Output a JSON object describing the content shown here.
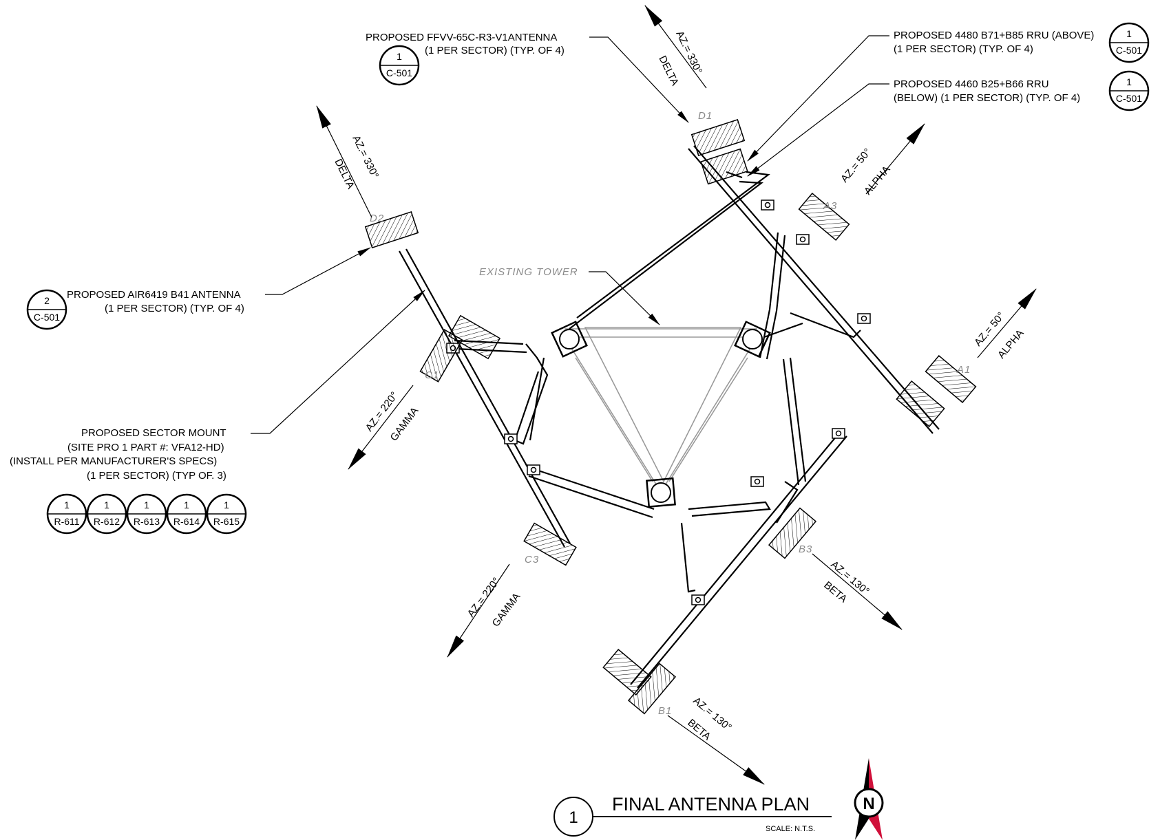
{
  "callouts": {
    "ffvv": {
      "line1": "PROPOSED FFVV-65C-R3-V1ANTENNA",
      "line2": "(1 PER SECTOR) (TYP. OF 4)",
      "ref_top": "1",
      "ref_bottom": "C-501"
    },
    "rru4480": {
      "line1": "PROPOSED 4480 B71+B85 RRU (ABOVE)",
      "line2": "(1 PER SECTOR) (TYP. OF 4)",
      "ref_top": "1",
      "ref_bottom": "C-501"
    },
    "rru4460": {
      "line1": "PROPOSED 4460 B25+B66 RRU",
      "line2": "(BELOW) (1 PER SECTOR) (TYP. OF 4)",
      "ref_top": "1",
      "ref_bottom": "C-501"
    },
    "air6419": {
      "line1": "PROPOSED AIR6419 B41 ANTENNA",
      "line2": "(1 PER SECTOR) (TYP. OF 4)",
      "ref_top": "2",
      "ref_bottom": "C-501"
    },
    "tower": {
      "label": "EXISTING TOWER"
    },
    "mount": {
      "line1": "PROPOSED SECTOR MOUNT",
      "line2": "(SITE PRO 1 PART #: VFA12-HD)",
      "line3": "(INSTALL PER MANUFACTURER'S SPECS)",
      "line4": "(1 PER SECTOR) (TYP OF. 3)",
      "refs": [
        {
          "top": "1",
          "bottom": "R-611"
        },
        {
          "top": "1",
          "bottom": "R-612"
        },
        {
          "top": "1",
          "bottom": "R-613"
        },
        {
          "top": "1",
          "bottom": "R-614"
        },
        {
          "top": "1",
          "bottom": "R-615"
        }
      ]
    }
  },
  "azimuths": {
    "delta": {
      "az": "AZ.= 330°",
      "sector": "DELTA"
    },
    "alpha": {
      "az": "AZ.= 50°",
      "sector": "ALPHA"
    },
    "gamma": {
      "az": "AZ.= 220°",
      "sector": "GAMMA"
    },
    "beta": {
      "az": "AZ.= 130°",
      "sector": "BETA"
    }
  },
  "positions": {
    "D1": "D1",
    "D2": "D2",
    "A1": "A1",
    "A3": "A3",
    "C1": "C1",
    "C3": "C3",
    "B1": "B1",
    "B3": "B3"
  },
  "title_block": {
    "number": "1",
    "title": "FINAL ANTENNA PLAN",
    "scale": "SCALE: N.T.S.",
    "north": "N"
  },
  "colors": {
    "north_accent": "#d0103a",
    "tower_gray": "#9a9a9a"
  }
}
